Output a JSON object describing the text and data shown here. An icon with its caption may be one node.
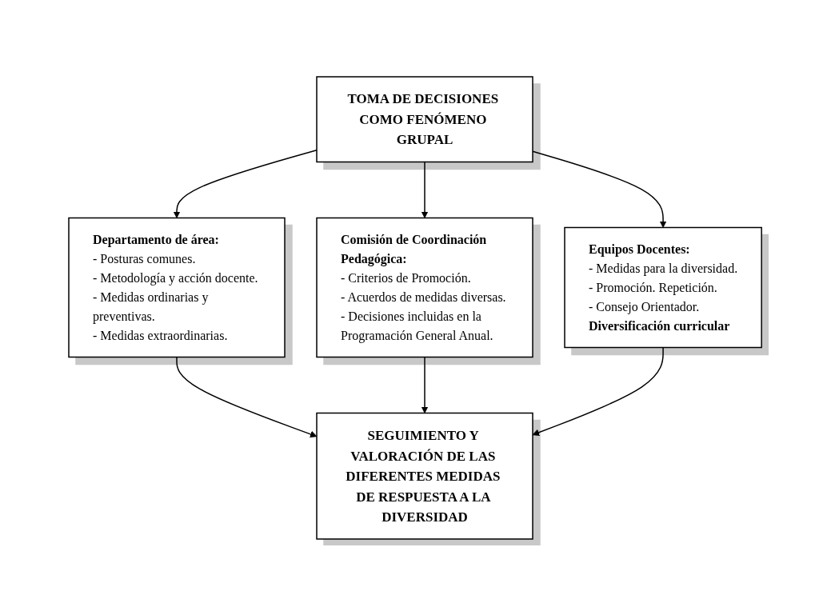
{
  "diagram": {
    "nodes": [
      {
        "text": [
          "TOMA DE DECISIONES COMO FENÓMENO GRUPAL"
        ]
      },
      {
        "text": [
          "Departamento de área:",
          "- Posturas comunes.",
          "- Metodología y acción docente.",
          "- Medidas ordinarias y preventivas.",
          "- Medidas extraordinarias."
        ]
      },
      {
        "text": [
          "Comisión de Coordinación Pedagógica:",
          "- Criterios de Promoción.",
          "- Acuerdos de medidas diversas.",
          "- Decisiones incluidas en la Programación General Anual."
        ]
      },
      {
        "text": [
          "Equipos Docentes:",
          "- Medidas para la diversidad.",
          "- Promoción. Repetición.",
          "- Consejo Orientador.",
          "Diversificación curricular"
        ]
      },
      {
        "text": [
          "SEGUIMIENTO Y VALORACIÓN DE LAS DIFERENTES MEDIDAS DE RESPUESTA A LA DIVERSIDAD"
        ]
      }
    ],
    "edges": [
      {
        "from": 0,
        "to": 1,
        "arrow": "to"
      },
      {
        "from": 0,
        "to": 2,
        "arrow": "to"
      },
      {
        "from": 0,
        "to": 3,
        "arrow": "to"
      },
      {
        "from": 1,
        "to": 4,
        "arrow": "to"
      },
      {
        "from": 2,
        "to": 4,
        "arrow": "to"
      },
      {
        "from": 3,
        "to": 4,
        "arrow": "to"
      }
    ]
  }
}
